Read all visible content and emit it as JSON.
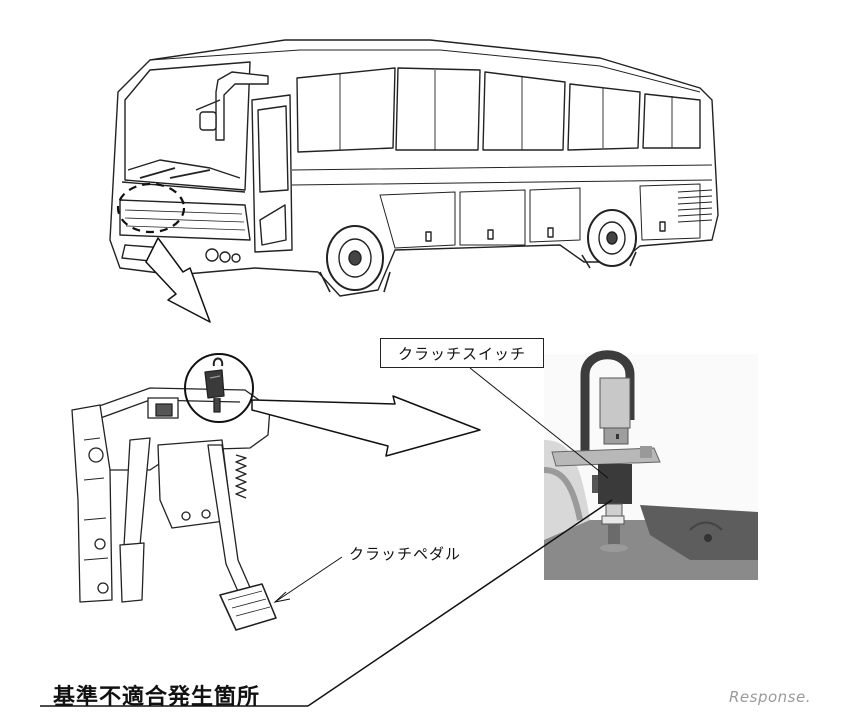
{
  "labels": {
    "clutch_switch": "クラッチスイッチ",
    "clutch_pedal": "クラッチペダル",
    "fault_location": "基準不適合発生箇所"
  },
  "watermark": "Response."
}
